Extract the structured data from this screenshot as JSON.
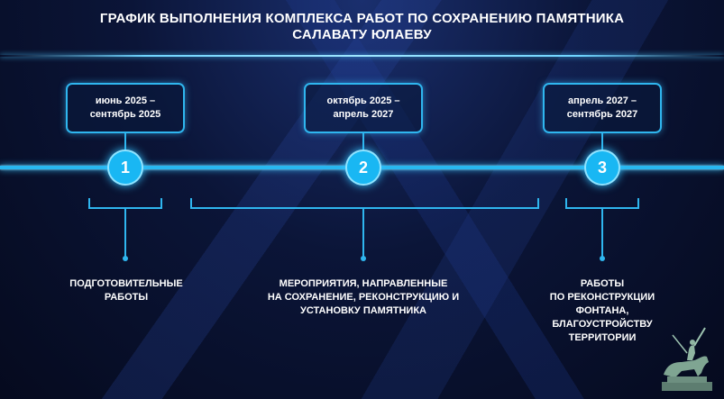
{
  "title": {
    "line1": "ГРАФИК ВЫПОЛНЕНИЯ КОМПЛЕКСА РАБОТ ПО СОХРАНЕНИЮ ПАМЯТНИКА",
    "line2": "САЛАВАТУ ЮЛАЕВУ"
  },
  "stages": [
    {
      "number": "1",
      "date_line1": "июнь 2025 –",
      "date_line2": "сентябрь 2025",
      "desc_lines": [
        "ПОДГОТОВИТЕЛЬНЫЕ",
        "РАБОТЫ"
      ]
    },
    {
      "number": "2",
      "date_line1": "октябрь 2025 –",
      "date_line2": "апрель 2027",
      "desc_lines": [
        "МЕРОПРИЯТИЯ, НАПРАВЛЕННЫЕ",
        "НА СОХРАНЕНИЕ, РЕКОНСТРУКЦИЮ И",
        "УСТАНОВКУ ПАМЯТНИКА"
      ]
    },
    {
      "number": "3",
      "date_line1": "апрель 2027 –",
      "date_line2": "сентябрь 2027",
      "desc_lines": [
        "РАБОТЫ",
        "ПО РЕКОНСТРУКЦИИ",
        "ФОНТАНА,",
        "БЛАГОУСТРОЙСТВУ",
        "ТЕРРИТОРИИ"
      ]
    }
  ],
  "colors": {
    "accent": "#2fb6ef",
    "circle": "#19b7f3",
    "background": "#0b1538"
  }
}
